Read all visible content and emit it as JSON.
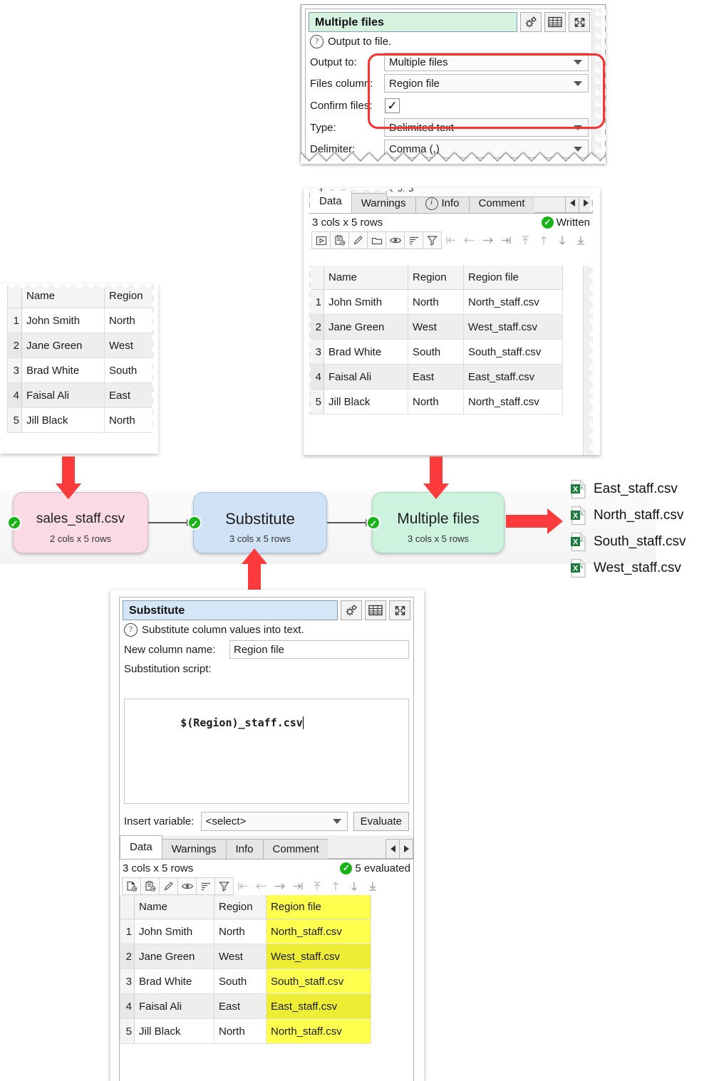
{
  "output_panel": {
    "title": "Multiple files",
    "help_text": "Output to file.",
    "buttons": {
      "settings": "gear-icon",
      "table": "table-icon",
      "expand": "expand-icon"
    },
    "fields": [
      {
        "label": "Output to:",
        "value": "Multiple files",
        "type": "combo"
      },
      {
        "label": "Files column:",
        "value": "Region file",
        "type": "combo"
      },
      {
        "label": "Confirm files:",
        "value": "✓",
        "type": "checkbox"
      },
      {
        "label": "Type:",
        "value": "Delimited text",
        "type": "combo"
      },
      {
        "label": "Delimiter:",
        "value": "Comma (,)",
        "type": "combo"
      }
    ]
  },
  "output_data_panel": {
    "tabs": [
      {
        "label": "Data",
        "active": true,
        "icon": ""
      },
      {
        "label": "Warnings",
        "active": false,
        "icon": ""
      },
      {
        "label": "Info",
        "active": false,
        "icon": "info-icon"
      },
      {
        "label": "Comment",
        "active": false,
        "icon": ""
      }
    ],
    "status_left": "3 cols x 5 rows",
    "status_right": "Written",
    "toolbar_icons": [
      "run-icon",
      "paste-icon",
      "edit-icon",
      "folder-icon",
      "eye-icon",
      "sort-icon",
      "filter-icon",
      "first-col-icon",
      "prev-col-icon",
      "next-col-icon",
      "last-col-icon",
      "first-row-icon",
      "prev-row-icon",
      "next-row-icon",
      "last-row-icon"
    ],
    "columns": [
      "Name",
      "Region",
      "Region file"
    ],
    "rows": [
      {
        "n": "1",
        "cells": [
          "John Smith",
          "North",
          "North_staff.csv"
        ]
      },
      {
        "n": "2",
        "cells": [
          "Jane Green",
          "West",
          "West_staff.csv"
        ]
      },
      {
        "n": "3",
        "cells": [
          "Brad White",
          "South",
          "South_staff.csv"
        ]
      },
      {
        "n": "4",
        "cells": [
          "Faisal Ali",
          "East",
          "East_staff.csv"
        ]
      },
      {
        "n": "5",
        "cells": [
          "Jill Black",
          "North",
          "North_staff.csv"
        ]
      }
    ]
  },
  "source_table": {
    "columns": [
      "Name",
      "Region"
    ],
    "rows": [
      {
        "n": "1",
        "cells": [
          "John Smith",
          "North"
        ]
      },
      {
        "n": "2",
        "cells": [
          "Jane Green",
          "West"
        ]
      },
      {
        "n": "3",
        "cells": [
          "Brad White",
          "South"
        ]
      },
      {
        "n": "4",
        "cells": [
          "Faisal Ali",
          "East"
        ]
      },
      {
        "n": "5",
        "cells": [
          "Jill Black",
          "North"
        ]
      }
    ]
  },
  "flow": {
    "nodes": [
      {
        "label": "sales_staff.csv",
        "sub": "2 cols x 5 rows",
        "color": "#fadbe5",
        "status": "✓"
      },
      {
        "label": "Substitute",
        "sub": "3 cols x 5 rows",
        "color": "#cfe2f6",
        "status": "✓"
      },
      {
        "label": "Multiple files",
        "sub": "3 cols x 5 rows",
        "color": "#cdf2dd",
        "status": "✓"
      }
    ]
  },
  "files": [
    {
      "name": "East_staff.csv",
      "icon": "csv-file-icon"
    },
    {
      "name": "North_staff.csv",
      "icon": "csv-file-icon"
    },
    {
      "name": "South_staff.csv",
      "icon": "csv-file-icon"
    },
    {
      "name": "West_staff.csv",
      "icon": "csv-file-icon"
    }
  ],
  "substitute_panel": {
    "title": "Substitute",
    "help_text": "Substitute column values into text.",
    "new_column_label": "New column name:",
    "new_column_value": "Region file",
    "script_label": "Substitution script:",
    "script_value": "$(Region)_staff.csv",
    "insert_variable_label": "Insert variable:",
    "insert_variable_value": "<select>",
    "evaluate_label": "Evaluate",
    "tabs": [
      {
        "label": "Data",
        "active": true
      },
      {
        "label": "Warnings",
        "active": false
      },
      {
        "label": "Info",
        "active": false
      },
      {
        "label": "Comment",
        "active": false
      }
    ],
    "status_left": "3 cols x 5 rows",
    "status_right": "5 evaluated",
    "columns": [
      "Name",
      "Region",
      "Region file"
    ],
    "highlight_column": "Region file",
    "rows": [
      {
        "n": "1",
        "cells": [
          "John Smith",
          "North",
          "North_staff.csv"
        ]
      },
      {
        "n": "2",
        "cells": [
          "Jane Green",
          "West",
          "West_staff.csv"
        ]
      },
      {
        "n": "3",
        "cells": [
          "Brad White",
          "South",
          "South_staff.csv"
        ]
      },
      {
        "n": "4",
        "cells": [
          "Faisal Ali",
          "East",
          "East_staff.csv"
        ]
      },
      {
        "n": "5",
        "cells": [
          "Jill Black",
          "North",
          "North_staff.csv"
        ]
      }
    ]
  },
  "colors": {
    "highlight_box": "#ff2f2f",
    "arrow": "#fb3b3b",
    "ok": "#17b317",
    "cell_highlight": "#ffff4d"
  }
}
